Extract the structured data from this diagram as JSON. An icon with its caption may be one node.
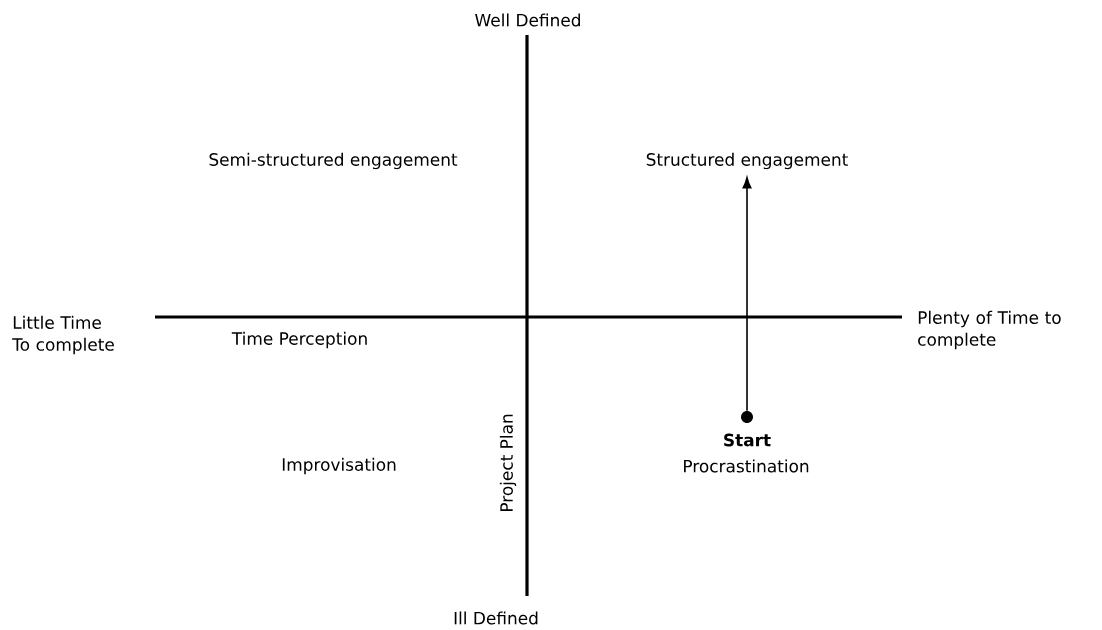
{
  "diagram": {
    "nodes": [
      {
        "text": [
          "Structured engagement"
        ]
      },
      {
        "text": [],
        "shape": "circle",
        "beside": [
          "Start"
        ]
      }
    ],
    "edges": [
      {
        "from": 1,
        "to": 0,
        "arrow": "to"
      }
    ],
    "labels": [
      "Well Defined",
      "Semi-structured engagement",
      "Little Time To complete",
      "Time Perception",
      "Plenty of Time to complete",
      "Project Plan",
      "Improvisation",
      "Procrastination",
      "Ill Defined"
    ]
  }
}
